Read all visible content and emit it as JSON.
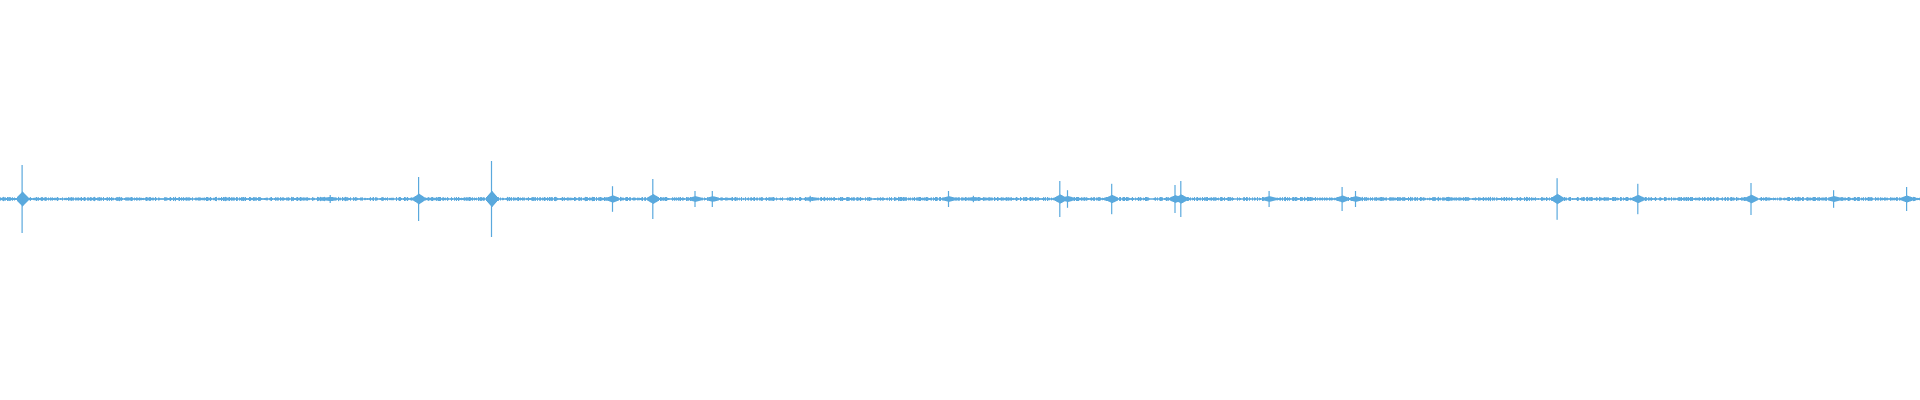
{
  "waveform": {
    "color": "#5aa9dd",
    "background": "#ffffff",
    "baseline_level": 0.035,
    "spikes": [
      {
        "t": 0.0115,
        "amp": 0.85
      },
      {
        "t": 0.172,
        "amp": 0.1
      },
      {
        "t": 0.218,
        "amp": 0.55
      },
      {
        "t": 0.256,
        "amp": 0.95
      },
      {
        "t": 0.319,
        "amp": 0.32
      },
      {
        "t": 0.34,
        "amp": 0.5
      },
      {
        "t": 0.362,
        "amp": 0.2
      },
      {
        "t": 0.371,
        "amp": 0.2
      },
      {
        "t": 0.422,
        "amp": 0.08
      },
      {
        "t": 0.494,
        "amp": 0.2
      },
      {
        "t": 0.507,
        "amp": 0.08
      },
      {
        "t": 0.552,
        "amp": 0.45
      },
      {
        "t": 0.556,
        "amp": 0.22
      },
      {
        "t": 0.579,
        "amp": 0.38
      },
      {
        "t": 0.612,
        "amp": 0.35
      },
      {
        "t": 0.615,
        "amp": 0.45
      },
      {
        "t": 0.661,
        "amp": 0.2
      },
      {
        "t": 0.699,
        "amp": 0.3
      },
      {
        "t": 0.706,
        "amp": 0.2
      },
      {
        "t": 0.811,
        "amp": 0.52
      },
      {
        "t": 0.853,
        "amp": 0.38
      },
      {
        "t": 0.912,
        "amp": 0.4
      },
      {
        "t": 0.955,
        "amp": 0.22
      },
      {
        "t": 0.993,
        "amp": 0.3
      }
    ]
  }
}
